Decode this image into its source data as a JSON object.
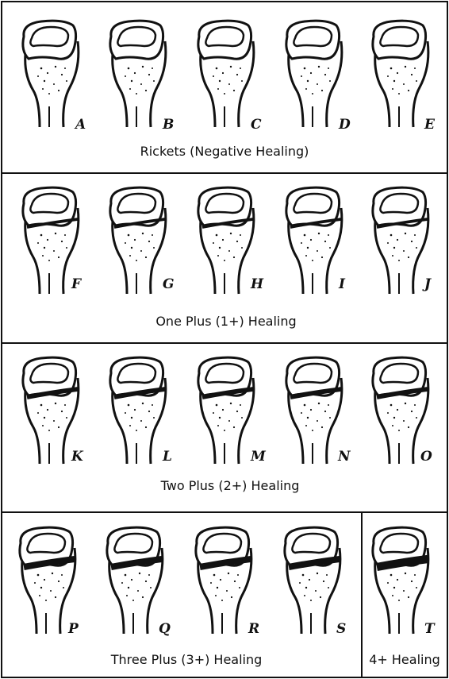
{
  "panels": [
    {
      "caption": "Rickets (Negative Healing)",
      "bones": [
        "A",
        "B",
        "C",
        "D",
        "E"
      ],
      "healing_level": 0
    },
    {
      "caption": "One Plus (1+) Healing",
      "bones": [
        "F",
        "G",
        "H",
        "I",
        "J"
      ],
      "healing_level": 1
    },
    {
      "caption": "Two Plus (2+) Healing",
      "bones": [
        "K",
        "L",
        "M",
        "N",
        "O"
      ],
      "healing_level": 2
    },
    {
      "caption": "Three Plus (3+) Healing",
      "bones": [
        "P",
        "Q",
        "R",
        "S"
      ],
      "healing_level": 3
    },
    {
      "caption": "4+ Healing",
      "bones": [
        "T"
      ],
      "healing_level": 4
    }
  ],
  "colors": {
    "ink": "#111111",
    "paper": "#ffffff"
  }
}
